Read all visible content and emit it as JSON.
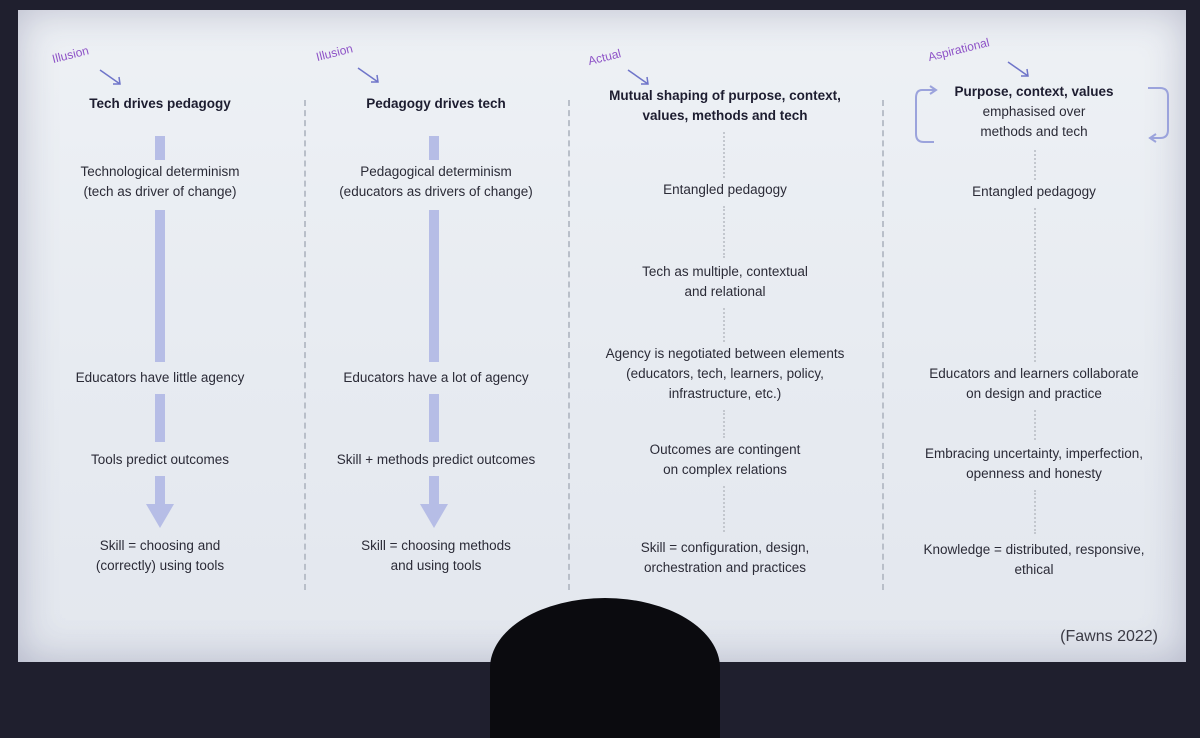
{
  "columns": [
    {
      "label": "Illusion",
      "heading": "Tech drives pedagogy",
      "row1": "Technological determinism",
      "row1b": "(tech as driver of change)",
      "row3": "Educators have little agency",
      "row4": "Tools predict outcomes",
      "row5": "Skill = choosing and",
      "row5b": "(correctly) using tools"
    },
    {
      "label": "Illusion",
      "heading": "Pedagogy drives tech",
      "row1": "Pedagogical determinism",
      "row1b": "(educators as drivers of change)",
      "row3": "Educators have a lot of agency",
      "row4": "Skill + methods predict outcomes",
      "row5": "Skill = choosing methods",
      "row5b": "and using tools"
    },
    {
      "label": "Actual",
      "heading": "Mutual shaping of purpose, context,",
      "headingb": "values, methods and tech",
      "row1": "Entangled pedagogy",
      "row2": "Tech as multiple, contextual",
      "row2b": "and relational",
      "row3": "Agency is negotiated between elements",
      "row3b": "(educators, tech, learners, policy,",
      "row3c": "infrastructure, etc.)",
      "row4": "Outcomes are contingent",
      "row4b": "on complex relations",
      "row5": "Skill = configuration, design,",
      "row5b": "orchestration and practices"
    },
    {
      "label": "Aspirational",
      "heading": "Purpose, context, values",
      "headingb": "emphasised over",
      "headingc": "methods and tech",
      "row1": "Entangled pedagogy",
      "row3": "Educators and learners collaborate",
      "row3b": "on design and practice",
      "row4": "Embracing uncertainty, imperfection,",
      "row4b": "openness and honesty",
      "row5": "Knowledge = distributed, responsive,",
      "row5b": "ethical"
    }
  ],
  "citation": "(Fawns 2022)",
  "colors": {
    "label": "#8e53c7",
    "bar": "#b6bde6",
    "text": "#2b2b37"
  }
}
